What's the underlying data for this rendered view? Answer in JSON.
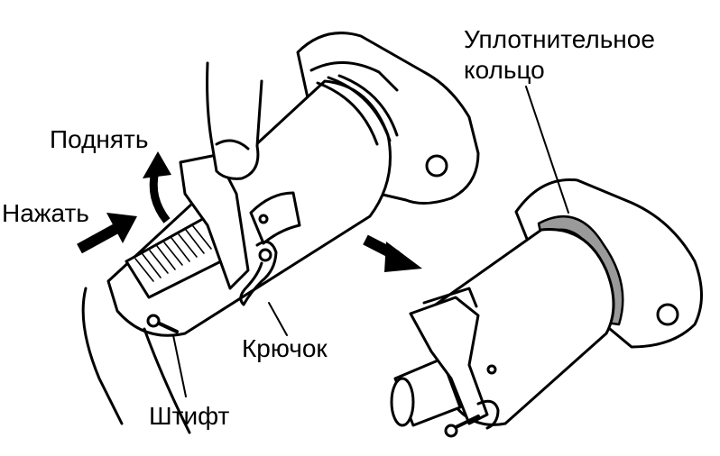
{
  "labels": {
    "lift": "Поднять",
    "press": "Нажать",
    "hook": "Крючок",
    "pin": "Штифт",
    "seal_line1": "Уплотнительное",
    "seal_line2": "кольцо"
  },
  "colors": {
    "ink": "#000000",
    "paper": "#ffffff",
    "seal_ring": "#9a9a9a"
  }
}
